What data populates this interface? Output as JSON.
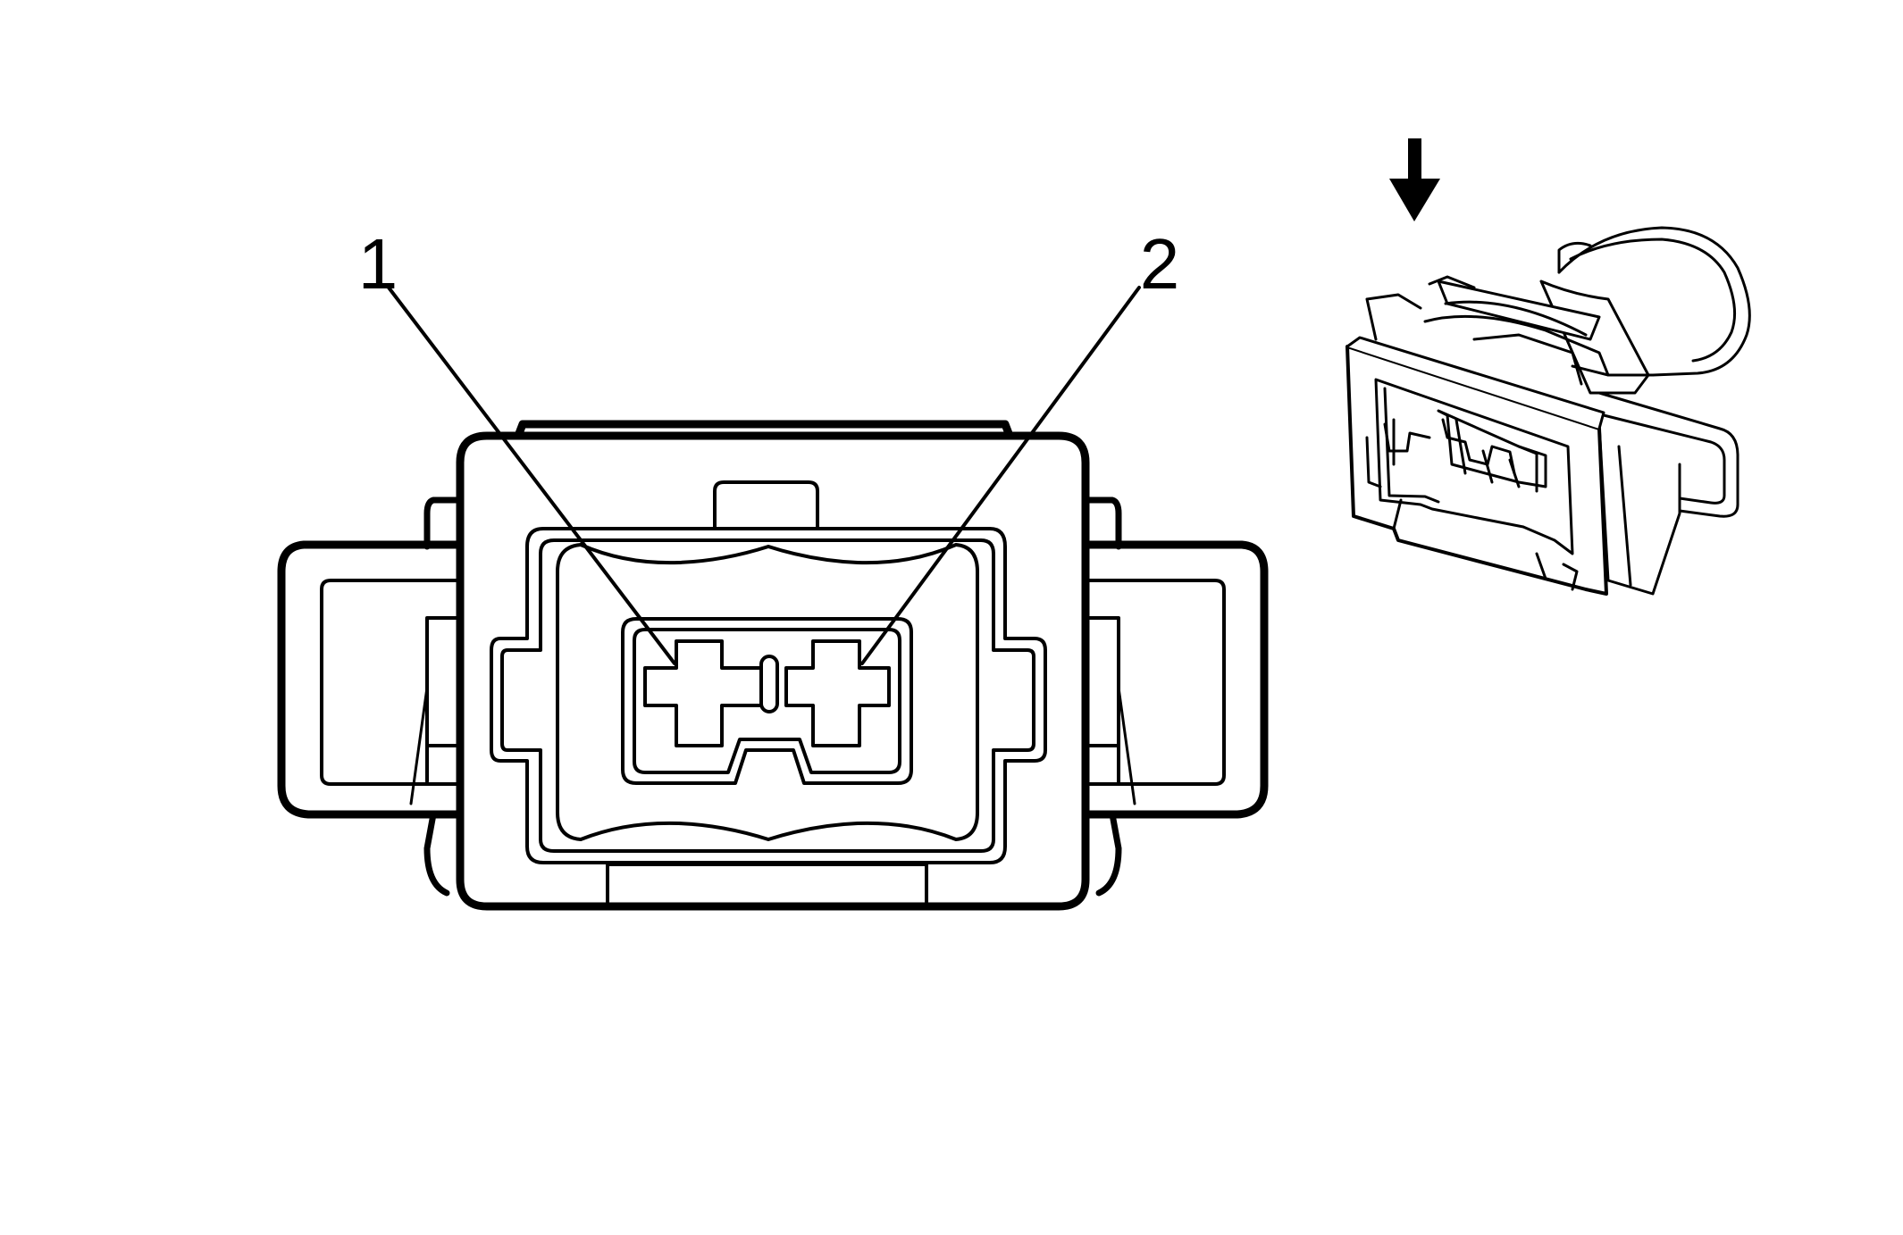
{
  "diagram": {
    "pin_labels": [
      "1",
      "2"
    ],
    "stroke_color": "#000000",
    "fill_color": "#ffffff",
    "views": [
      "front-face-view",
      "isometric-view"
    ],
    "view_direction_icon": "down-arrow-icon"
  }
}
